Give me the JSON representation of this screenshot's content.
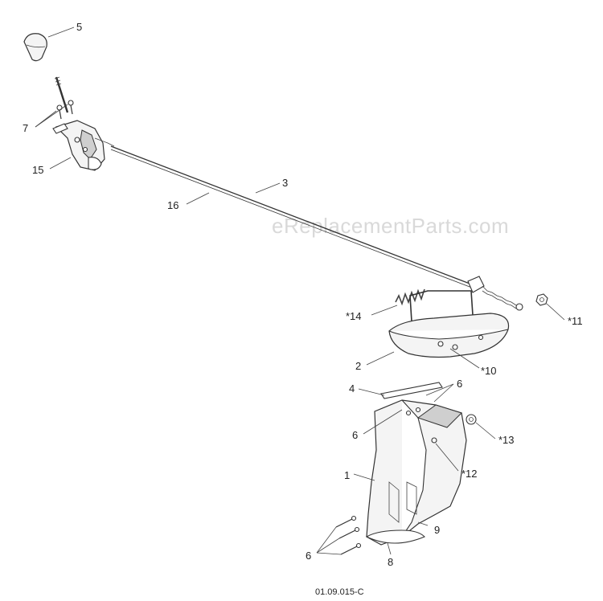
{
  "diagram": {
    "watermark": "eReplacementParts.com",
    "drawing_code": "01.09.015-C",
    "callouts": {
      "c1": "1",
      "c2": "2",
      "c3": "3",
      "c4": "4",
      "c5": "5",
      "c6a": "6",
      "c6b": "6",
      "c6c": "6",
      "c7": "7",
      "c8": "8",
      "c9": "9",
      "c10": "*10",
      "c11": "*11",
      "c12": "*12",
      "c13": "*13",
      "c14": "*14",
      "c15": "15",
      "c16": "16"
    }
  }
}
